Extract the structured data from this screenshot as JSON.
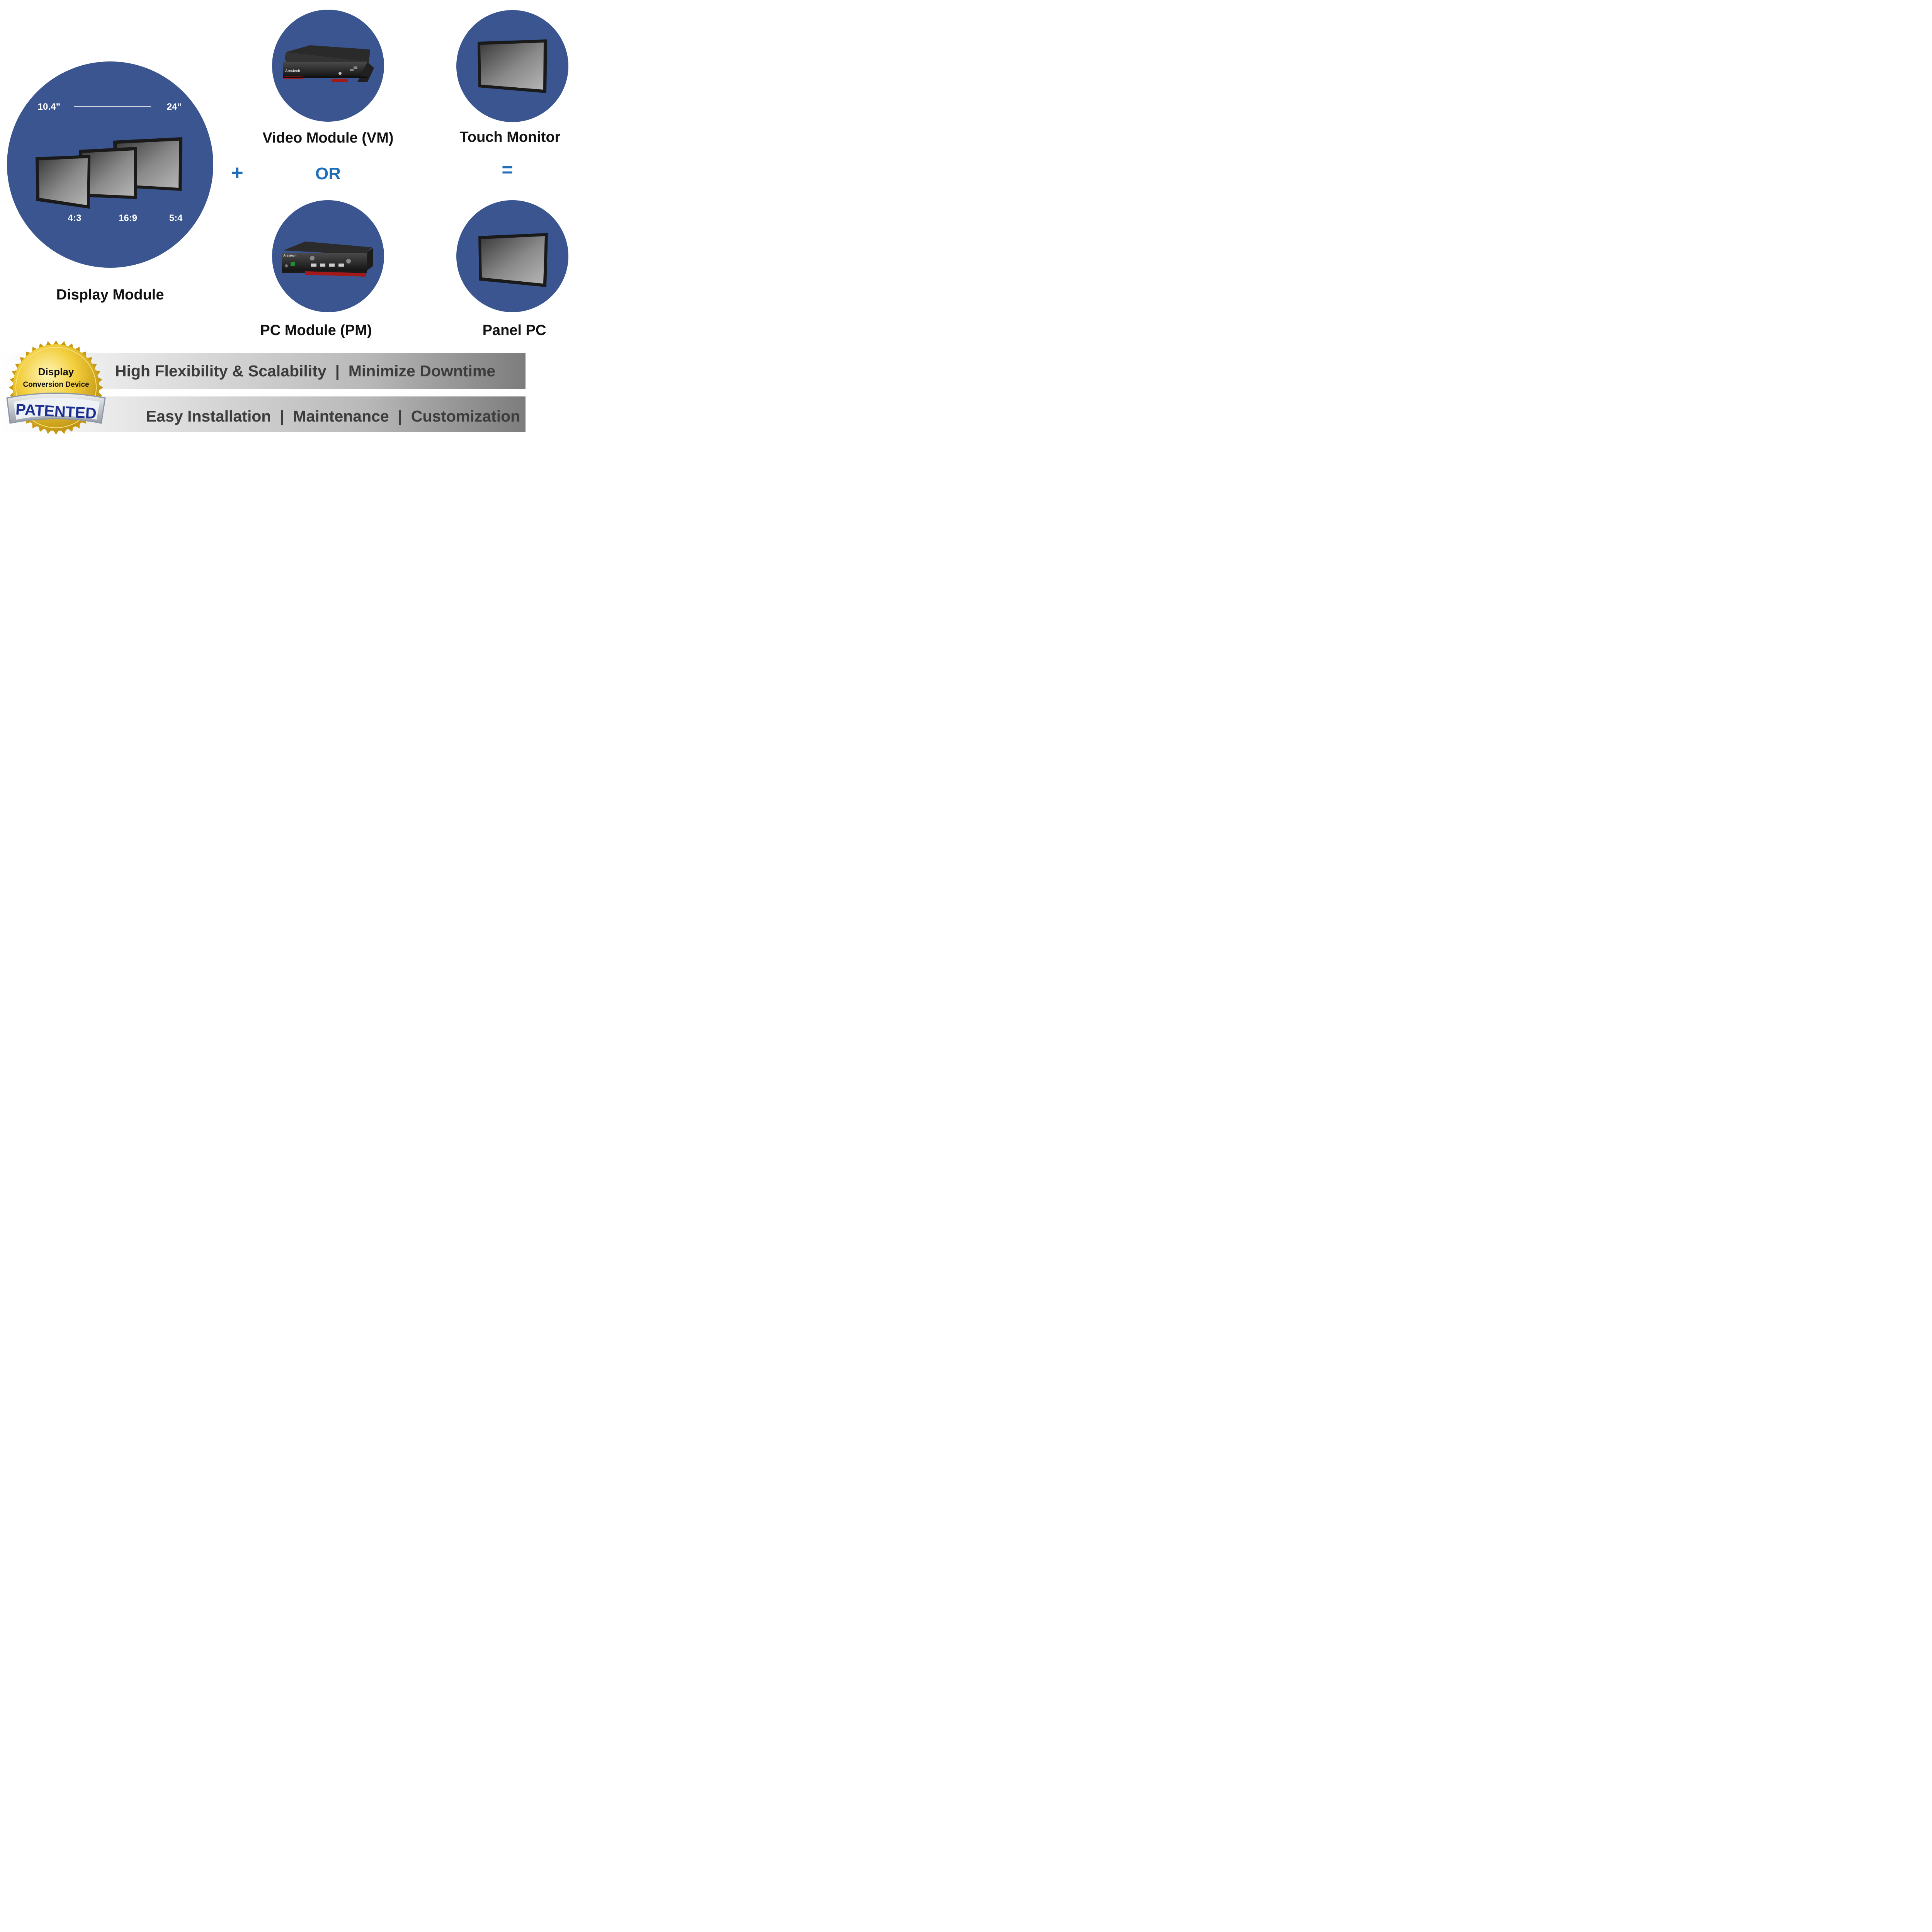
{
  "colors": {
    "circle": "#3a5590",
    "accent": "#1f6fb8",
    "text": "#111111",
    "band_text": "#3c3c3c"
  },
  "display_module": {
    "size_min": "10.4”",
    "size_max": "24”",
    "ratios": [
      "4:3",
      "16:9",
      "5:4"
    ],
    "label": "Display Module"
  },
  "operators": {
    "plus": "+",
    "or": "OR",
    "equals": "="
  },
  "video_module": {
    "label": "Video Module (VM)",
    "brand": "Arestech",
    "icon": "video-module-box"
  },
  "pc_module": {
    "label": "PC Module (PM)",
    "brand": "Arestech",
    "icon": "pc-module-box"
  },
  "touch_monitor": {
    "label": "Touch Monitor",
    "icon": "monitor"
  },
  "panel_pc": {
    "label": "Panel PC",
    "icon": "monitor"
  },
  "badge": {
    "line1": "Display",
    "line2": "Conversion Device",
    "ribbon": "PATENTED",
    "icon": "gold-seal"
  },
  "bands": [
    "High Flexibility & Scalability  |  Minimize Downtime",
    "Easy Installation  |  Maintenance  |  Customization"
  ]
}
